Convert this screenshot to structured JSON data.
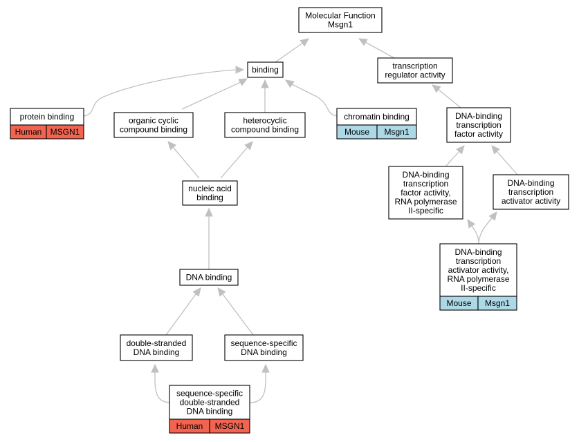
{
  "colors": {
    "human": "#f26450",
    "mouse": "#add8e6",
    "edge": "#c0c0c0"
  },
  "nodes": {
    "root": [
      "Molecular Function",
      "Msgn1"
    ],
    "binding": [
      "binding"
    ],
    "transcription_regulator": [
      "transcription",
      "regulator activity"
    ],
    "protein_binding": [
      "protein binding"
    ],
    "organic_cyclic": [
      "organic cyclic",
      "compound binding"
    ],
    "heterocyclic": [
      "heterocyclic",
      "compound binding"
    ],
    "chromatin_binding": [
      "chromatin binding"
    ],
    "dbtf_activity": [
      "DNA-binding",
      "transcription",
      "factor activity"
    ],
    "nucleic_acid": [
      "nucleic acid",
      "binding"
    ],
    "dbtf_polII": [
      "DNA-binding",
      "transcription",
      "factor activity,",
      "RNA polymerase",
      "II-specific"
    ],
    "dbta_activity": [
      "DNA-binding",
      "transcription",
      "activator activity"
    ],
    "dbta_polII": [
      "DNA-binding",
      "transcription",
      "activator activity,",
      "RNA polymerase",
      "II-specific"
    ],
    "dna_binding": [
      "DNA binding"
    ],
    "ds_dna": [
      "double-stranded",
      "DNA binding"
    ],
    "ss_dna": [
      "sequence-specific",
      "DNA binding"
    ],
    "ssds_dna": [
      "sequence-specific",
      "double-stranded",
      "DNA binding"
    ]
  },
  "tags": {
    "protein_binding": [
      "Human",
      "MSGN1"
    ],
    "chromatin_binding": [
      "Mouse",
      "Msgn1"
    ],
    "dbta_polII": [
      "Mouse",
      "Msgn1"
    ],
    "ssds_dna": [
      "Human",
      "MSGN1"
    ]
  }
}
